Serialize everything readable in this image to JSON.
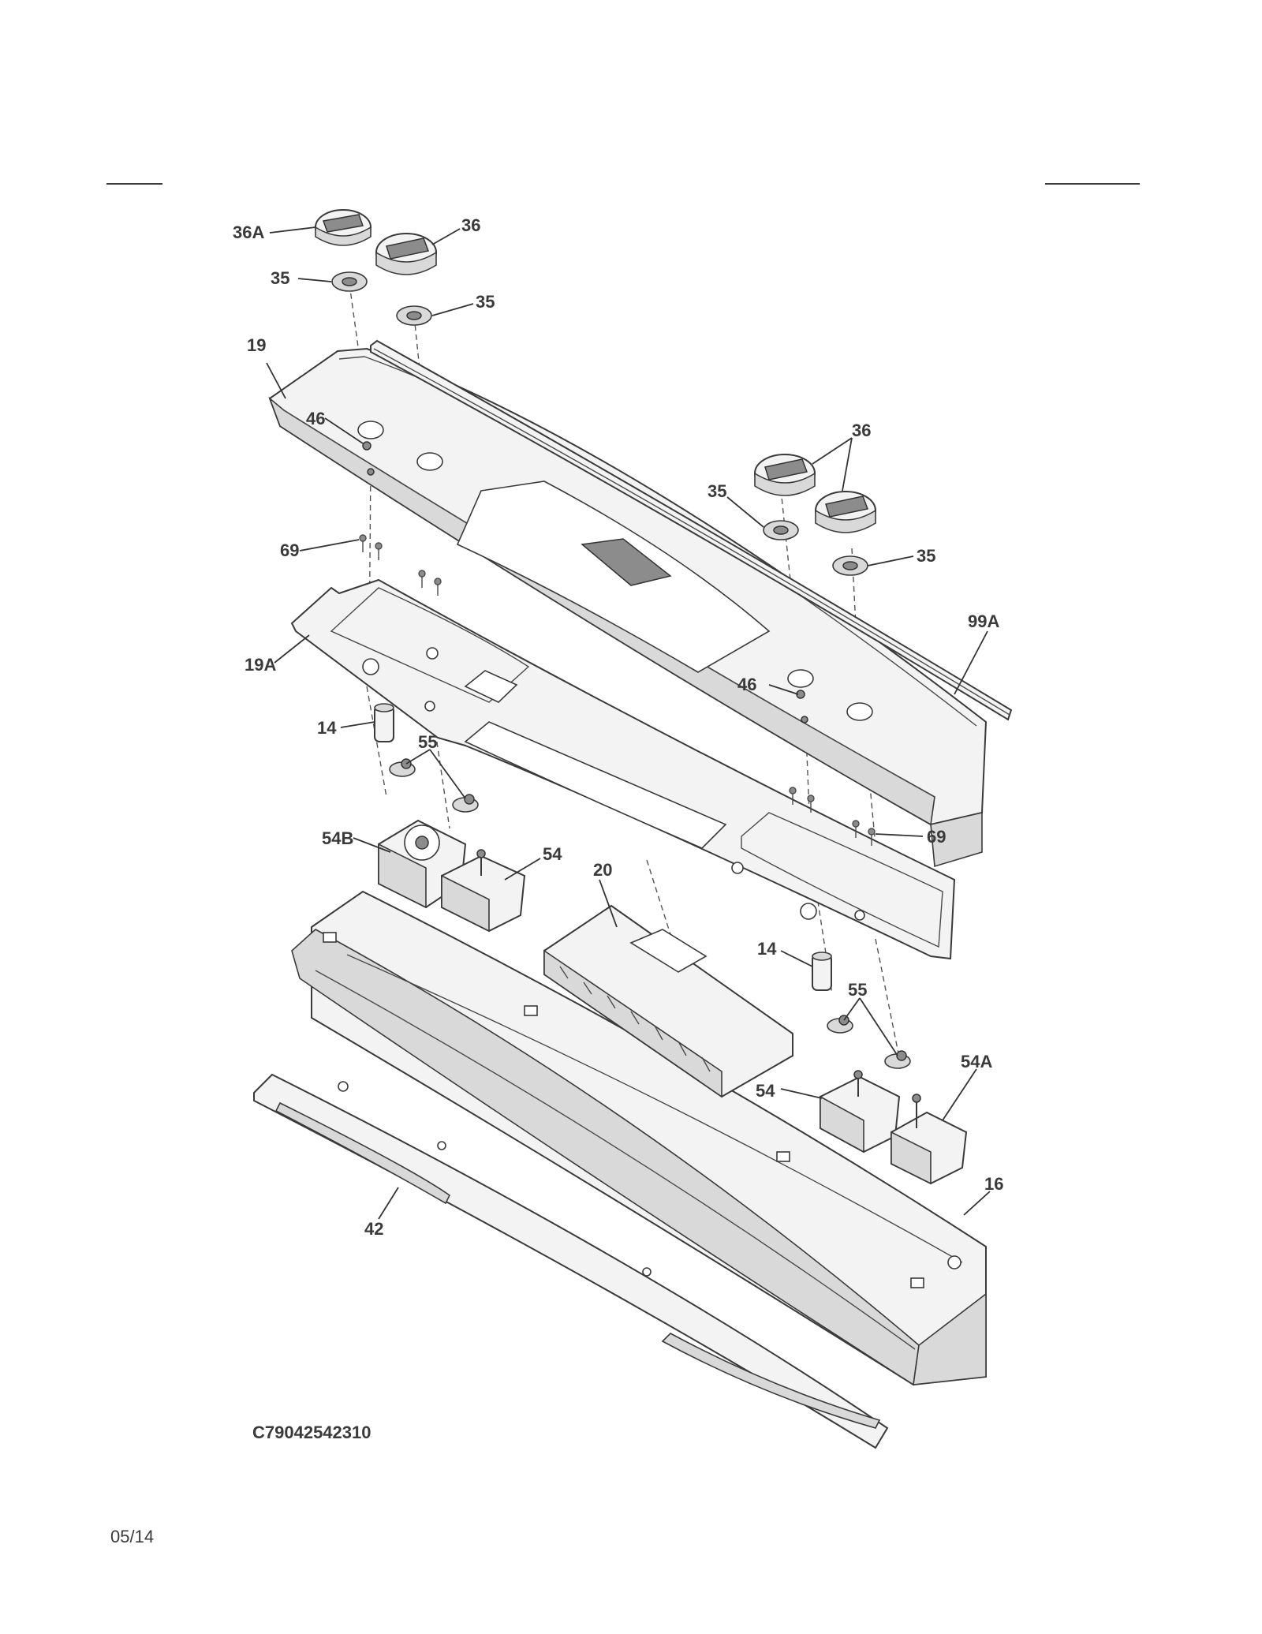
{
  "callouts": {
    "c36a": "36A",
    "c36_top": "36",
    "c35_left": "35",
    "c35_mid": "35",
    "c19": "19",
    "c46_left": "46",
    "c36_right": "36",
    "c35_right_upper": "35",
    "c35_right_lower": "35",
    "c69_left": "69",
    "c99a": "99A",
    "c19a": "19A",
    "c46_right": "46",
    "c14_left": "14",
    "c55_left": "55",
    "c54b": "54B",
    "c54_left": "54",
    "c20": "20",
    "c69_right": "69",
    "c14_right": "14",
    "c55_right": "55",
    "c54a": "54A",
    "c54_right": "54",
    "c16": "16",
    "c42": "42"
  },
  "drawing_number": "C79042542310",
  "page_date": "05/14"
}
